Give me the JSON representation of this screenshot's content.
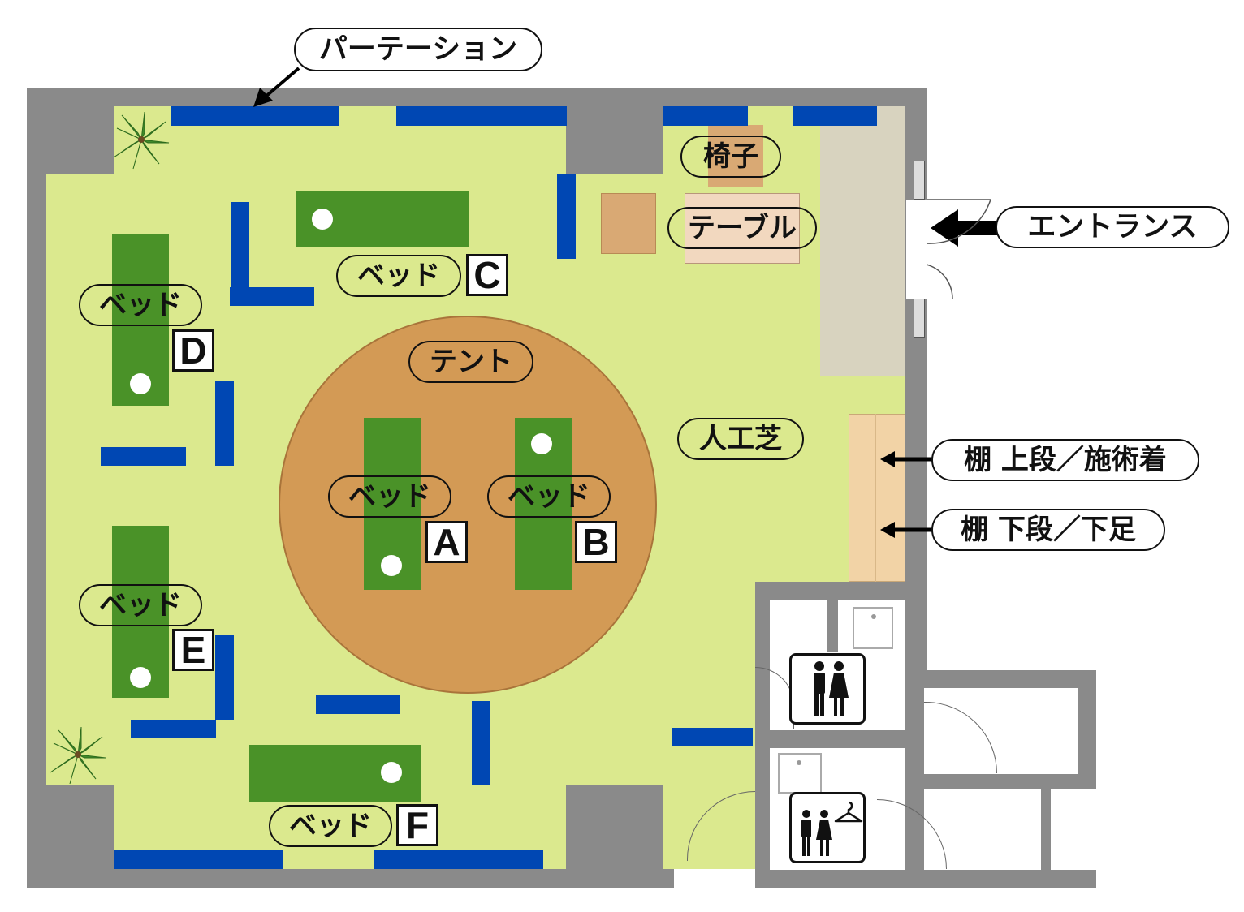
{
  "labels": {
    "partition": "パーテーション",
    "entrance": "エントランス",
    "chair": "椅子",
    "table": "テーブル",
    "tent": "テント",
    "turf": "人工芝",
    "shelf_upper": "棚 上段／施術着",
    "shelf_lower": "棚 下段／下足"
  },
  "beds": [
    {
      "label": "ベッド",
      "letter": "A"
    },
    {
      "label": "ベッド",
      "letter": "B"
    },
    {
      "label": "ベッド",
      "letter": "C"
    },
    {
      "label": "ベッド",
      "letter": "D"
    },
    {
      "label": "ベッド",
      "letter": "E"
    },
    {
      "label": "ベッド",
      "letter": "F"
    }
  ],
  "icons": {
    "restroom": "restroom-icon",
    "changing_room": "changing-room-icon",
    "plant": "plant-icon"
  },
  "colors": {
    "wall": "#8a8a8a",
    "floor": "#dbe98e",
    "partition": "#0047b3",
    "bed": "#4a9228",
    "tent": "#d39a55",
    "shelf": "#f2d3a6",
    "entrance_mat": "#d8d3bf"
  }
}
